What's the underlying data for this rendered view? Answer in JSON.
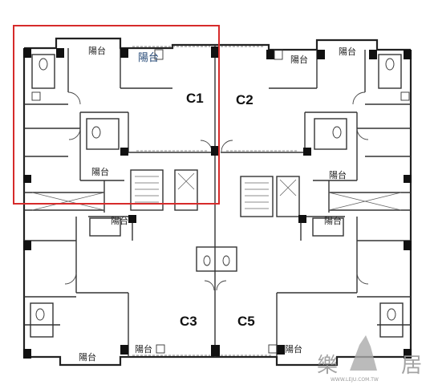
{
  "units": {
    "c1": "C1",
    "c2": "C2",
    "c3": "C3",
    "c5": "C5"
  },
  "rooms": {
    "balcony": "陽台"
  },
  "highlight": {
    "color": "#d62b2b",
    "target": "C1"
  },
  "watermark": {
    "text_left": "樂",
    "text_right": "居",
    "sub": "WWW.LEJU.COM.TW"
  }
}
